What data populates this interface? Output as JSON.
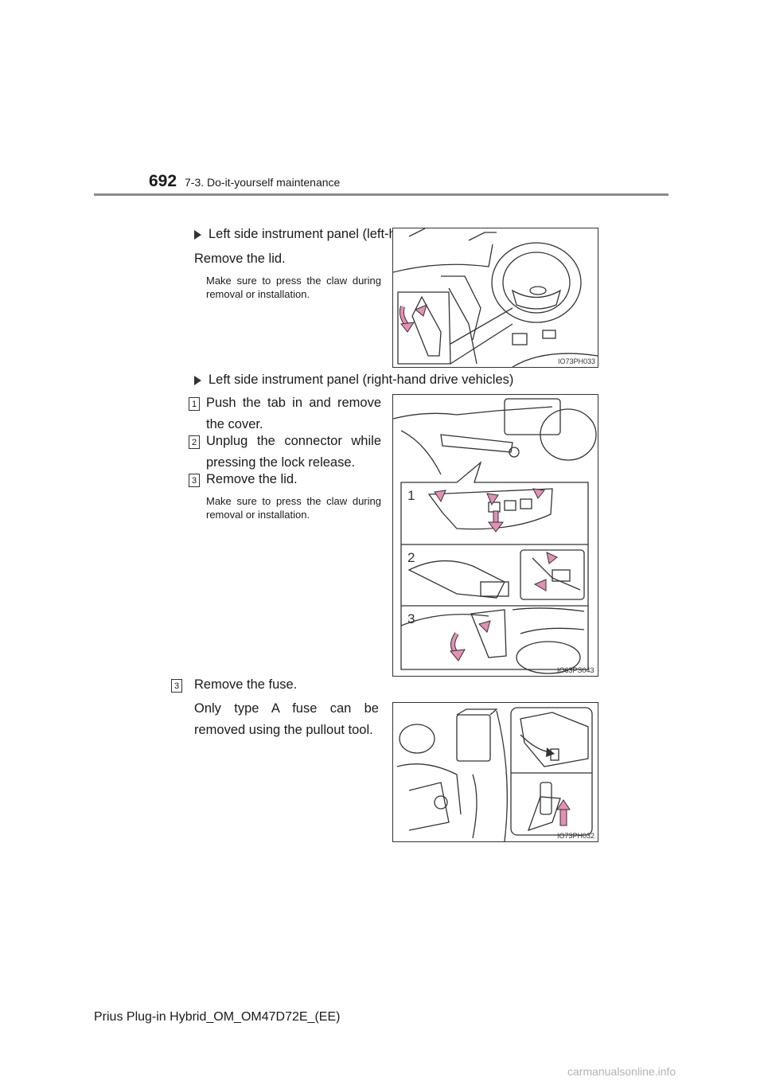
{
  "header": {
    "page_number": "692",
    "section_title": "7-3. Do-it-yourself maintenance"
  },
  "section_lhd": {
    "heading": "Left side instrument panel (left-hand drive vehicles)",
    "step_text": "Remove the lid.",
    "note": "Make sure to press the claw during removal or installation.",
    "figure_code": "IO73PH033"
  },
  "section_rhd": {
    "heading": "Left side instrument panel (right-hand drive vehicles)",
    "steps": [
      {
        "num": "1",
        "text": "Push the tab in and remove the cover."
      },
      {
        "num": "2",
        "text": "Unplug the connector while pressing the lock release."
      },
      {
        "num": "3",
        "text": "Remove the lid."
      }
    ],
    "note": "Make sure to press the claw during removal or installation.",
    "figure_code": "IO63PS043",
    "callouts": [
      "1",
      "2",
      "3"
    ]
  },
  "step3": {
    "num": "3",
    "text": "Remove the fuse.",
    "detail": "Only type A fuse can be removed using the pullout tool.",
    "figure_code": "IO73PH032"
  },
  "footer": {
    "model": "Prius Plug-in Hybrid_OM_OM47D72E_(EE)",
    "watermark": "carmanualsonline.info"
  },
  "colors": {
    "arrow_pink": "#e58fb5",
    "line": "#333333",
    "rule": "#8c8c8c"
  }
}
